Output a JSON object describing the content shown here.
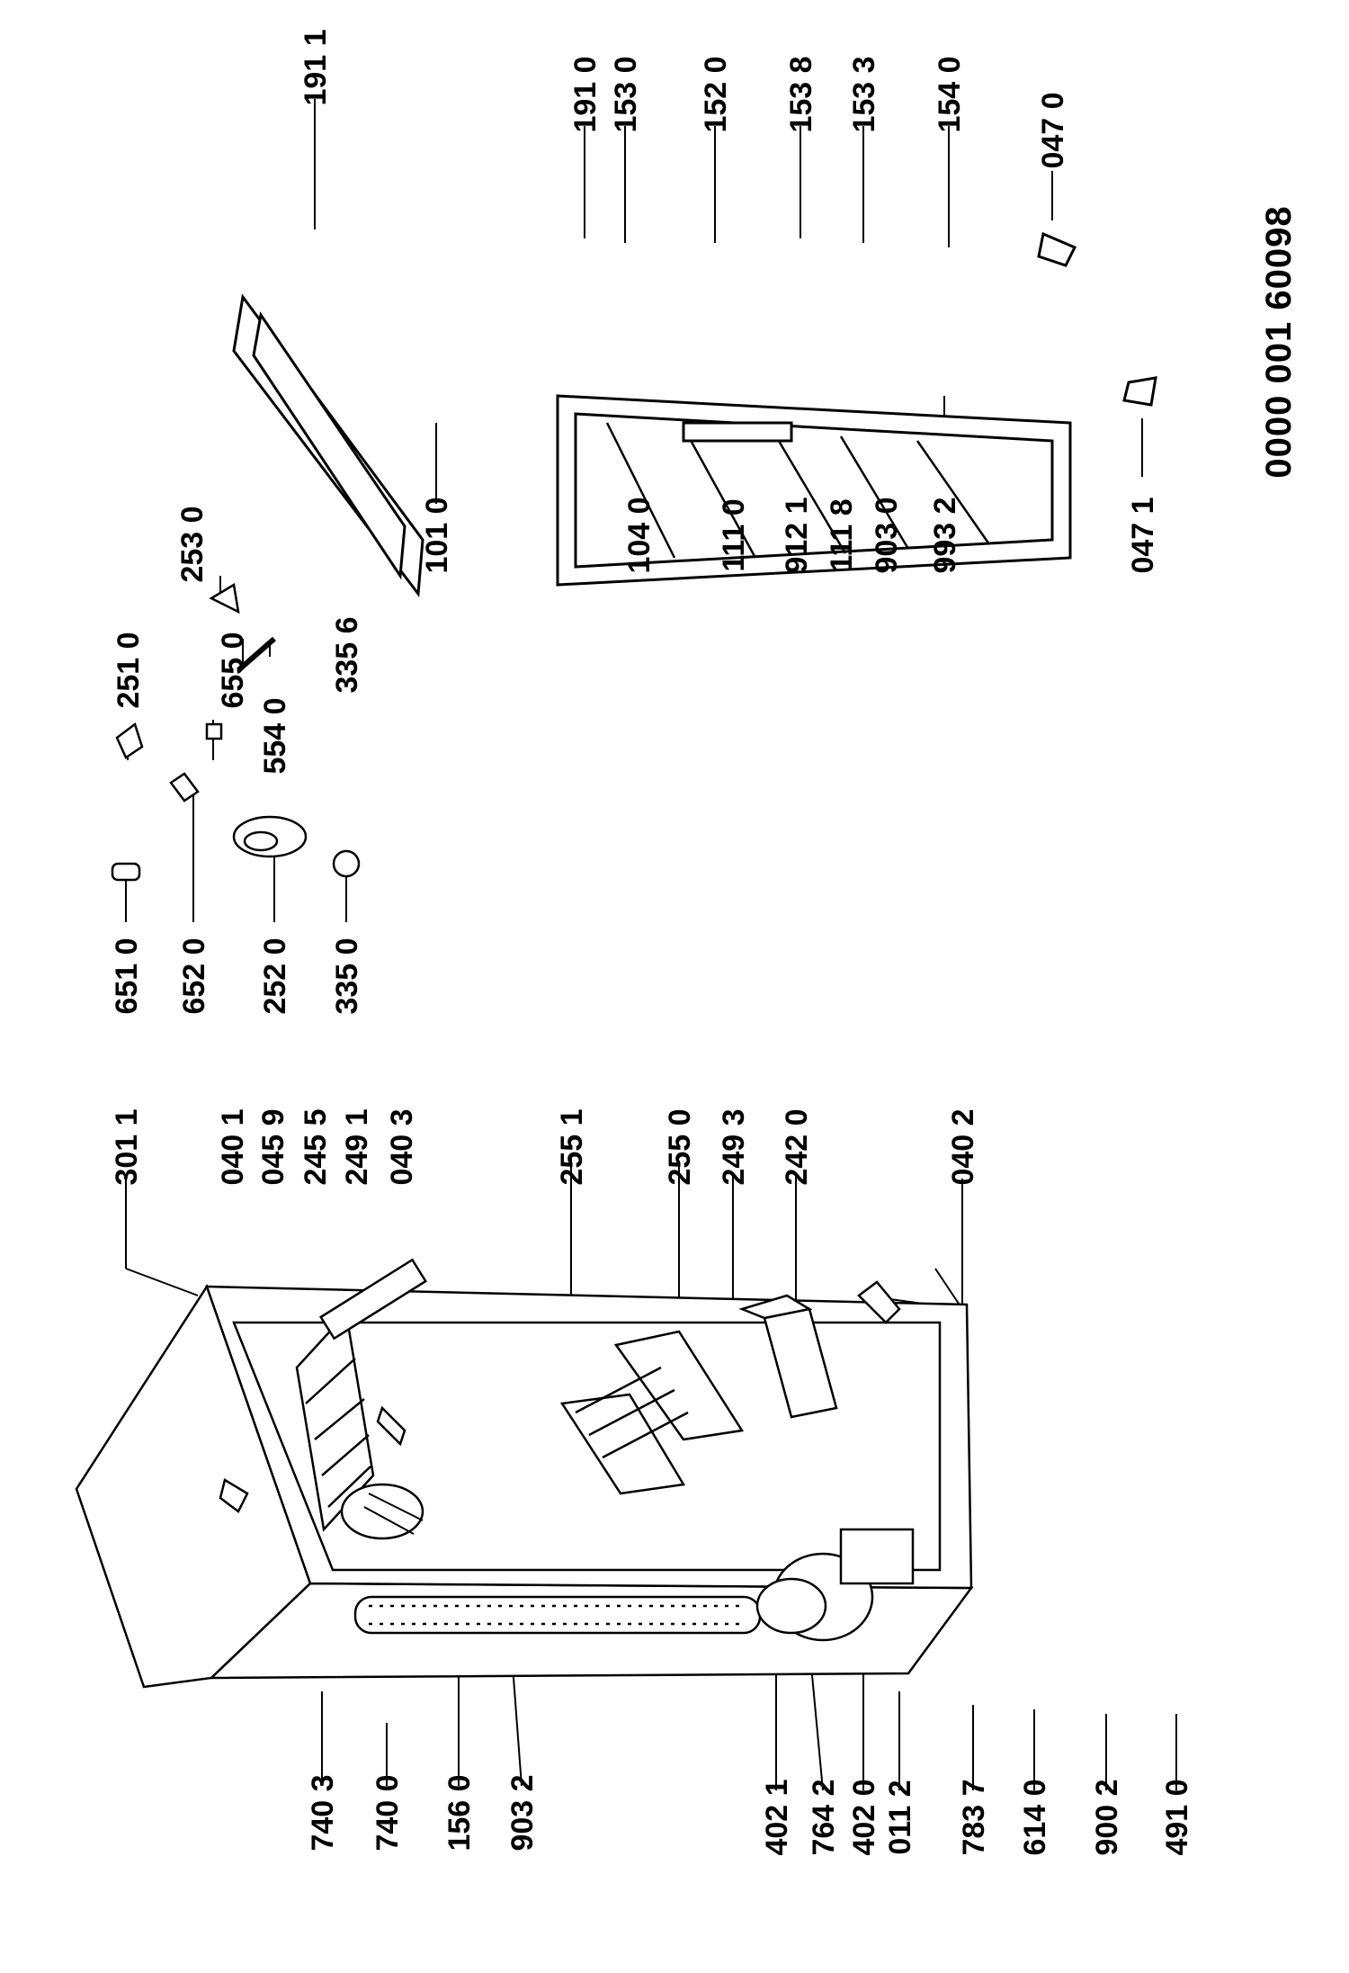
{
  "document_number": "0000 001 60098",
  "parts": {
    "p7403": "740 3",
    "p7400": "740 0",
    "p1560": "156 0",
    "p9032a": "903 2",
    "p4021": "402 1",
    "p7642": "764 2",
    "p4020": "402 0",
    "p0112": "011 2",
    "p7837": "783 7",
    "p6140": "614 0",
    "p9002": "900 2",
    "p4910": "491 0",
    "p3011": "301 1",
    "p0401": "040 1",
    "p0459": "045 9",
    "p2455": "245 5",
    "p2491": "249 1",
    "p0403": "040 3",
    "p2551": "255 1",
    "p2550": "255 0",
    "p2493": "249 3",
    "p2420": "242 0",
    "p0402": "040 2",
    "p6510": "651 0",
    "p6520": "652 0",
    "p2520": "252 0",
    "p3350": "335 0",
    "p2510": "251 0",
    "p5540": "554 0",
    "p6550": "655 0",
    "p3356": "335 6",
    "p2530": "253 0",
    "p1010": "101 0",
    "p1911": "191 1",
    "p1040": "104 0",
    "p1110": "111 0",
    "p9121": "912 1",
    "p1118": "111 8",
    "p9030": "903 0",
    "p9932": "993 2",
    "p1910": "191 0",
    "p1530": "153 0",
    "p1520": "152 0",
    "p1538": "153 8",
    "p1533": "153 3",
    "p1540": "154 0",
    "p0470": "047 0",
    "p0471": "047 1"
  }
}
